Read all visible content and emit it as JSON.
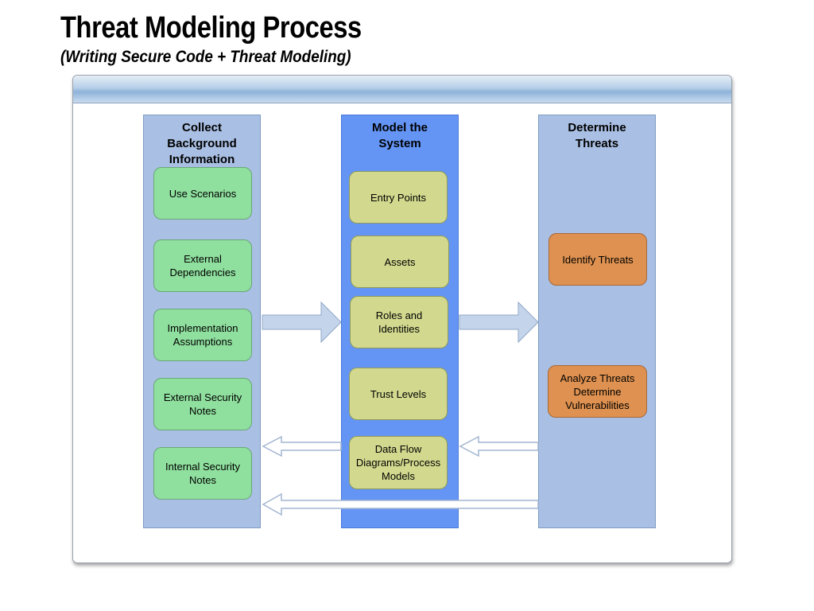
{
  "header": {
    "title": "Threat Modeling Process",
    "subtitle": "(Writing Secure Code + Threat Modeling)"
  },
  "columns": {
    "left": {
      "title": "Collect\nBackground\nInformation",
      "items": [
        "Use Scenarios",
        "External\nDependencies",
        "Implementation\nAssumptions",
        "External Security\nNotes",
        "Internal Security\nNotes"
      ]
    },
    "middle": {
      "title": "Model the\nSystem",
      "items": [
        "Entry Points",
        "Assets",
        "Roles and\nIdentities",
        "Trust Levels",
        "Data Flow\nDiagrams/Process\nModels"
      ]
    },
    "right": {
      "title": "Determine\nThreats",
      "items": [
        "Identify Threats",
        "Analyze Threats\nDetermine\nVulnerabilities"
      ]
    }
  },
  "colors": {
    "side_column": "#a9bfe3",
    "middle_column": "#6495f5",
    "green_box": "#8fdf9e",
    "yellow_box": "#d2d98e",
    "orange_box": "#de9150",
    "arrow_fill": "#c4d4ea"
  },
  "arrows": [
    {
      "from": "left",
      "to": "middle",
      "direction": "forward"
    },
    {
      "from": "middle",
      "to": "right",
      "direction": "forward"
    },
    {
      "from": "middle",
      "to": "left",
      "direction": "feedback"
    },
    {
      "from": "right",
      "to": "middle",
      "direction": "feedback"
    },
    {
      "from": "right",
      "to": "left",
      "direction": "feedback"
    }
  ]
}
